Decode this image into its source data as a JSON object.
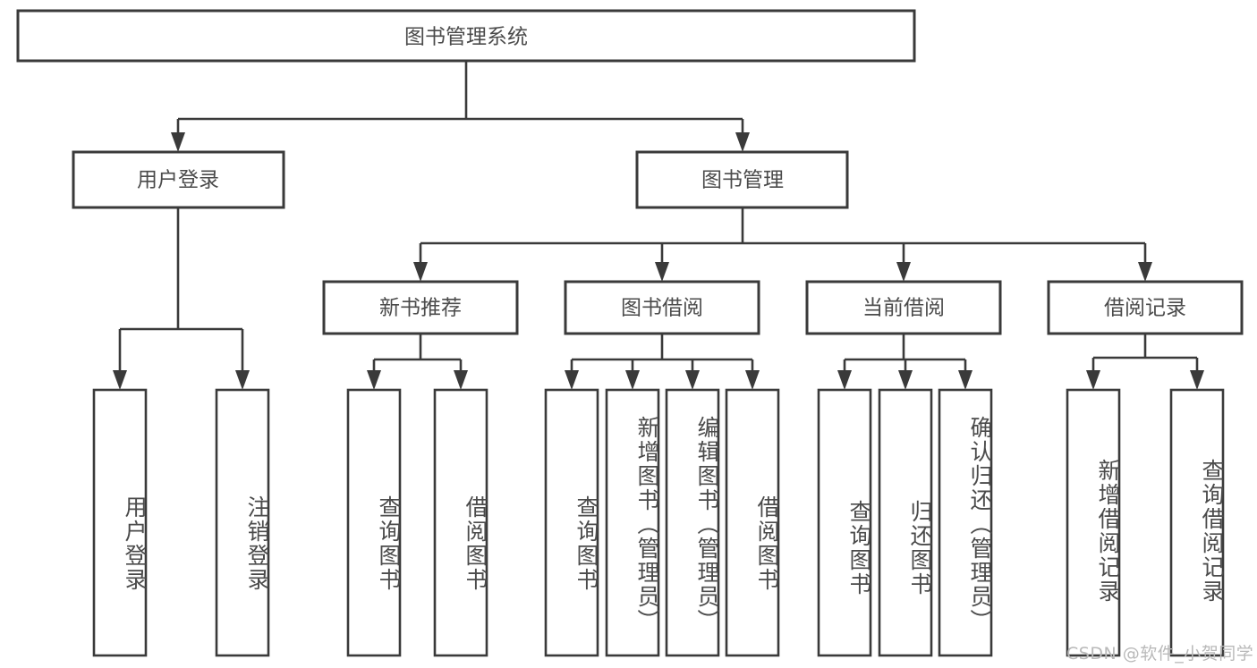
{
  "diagram": {
    "type": "tree",
    "title": "图书管理系统",
    "orientation": "top-down",
    "stroke_color": "#3a3a3a",
    "text_color": "#4b4b4b",
    "background": "#ffffff",
    "root": {
      "label": "图书管理系统",
      "children": [
        {
          "label": "用户登录",
          "children": [
            {
              "label": "用户登录"
            },
            {
              "label": "注销登录"
            }
          ]
        },
        {
          "label": "图书管理",
          "children": [
            {
              "label": "新书推荐",
              "children": [
                {
                  "label": "查询图书"
                },
                {
                  "label": "借阅图书"
                }
              ]
            },
            {
              "label": "图书借阅",
              "children": [
                {
                  "label": "查询图书"
                },
                {
                  "label": "新增图书（管理员）"
                },
                {
                  "label": "编辑图书（管理员）"
                },
                {
                  "label": "借阅图书"
                }
              ]
            },
            {
              "label": "当前借阅",
              "children": [
                {
                  "label": "查询图书"
                },
                {
                  "label": "归还图书"
                },
                {
                  "label": "确认归还（管理员）"
                }
              ]
            },
            {
              "label": "借阅记录",
              "children": [
                {
                  "label": "新增借阅记录"
                },
                {
                  "label": "查询借阅记录"
                }
              ]
            }
          ]
        }
      ]
    }
  },
  "nodes": {
    "root": "图书管理系统",
    "user_login": "用户登录",
    "book_manage": "图书管理",
    "new_book_rec": "新书推荐",
    "book_borrow": "图书借阅",
    "current_borrow": "当前借阅",
    "borrow_record": "借阅记录",
    "leaf_user_login": "用户登录",
    "leaf_logout": "注销登录",
    "leaf_query_book_a": "查询图书",
    "leaf_borrow_book_a": "借阅图书",
    "leaf_query_book_b": "查询图书",
    "leaf_add_book": "新增图书（管理员）",
    "leaf_edit_book": "编辑图书（管理员）",
    "leaf_borrow_book_b": "借阅图书",
    "leaf_query_book_c": "查询图书",
    "leaf_return_book": "归还图书",
    "leaf_confirm_return": "确认归还（管理员）",
    "leaf_add_record": "新增借阅记录",
    "leaf_query_record": "查询借阅记录"
  },
  "watermark": {
    "text": "CSDN @软件_小贺同学"
  }
}
